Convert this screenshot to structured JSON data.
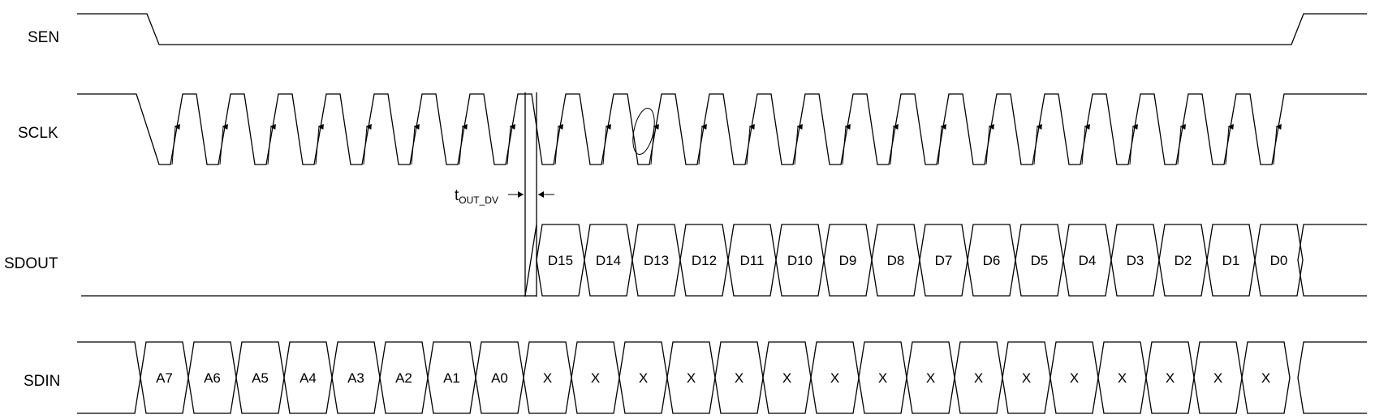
{
  "signals": {
    "sen": "SEN",
    "sclk": "SCLK",
    "sdout": "SDOUT",
    "sdin": "SDIN"
  },
  "timing": {
    "t_main": "t",
    "t_sub": "OUT_DV"
  },
  "sdout_bits": [
    "D15",
    "D14",
    "D13",
    "D12",
    "D11",
    "D10",
    "D9",
    "D8",
    "D7",
    "D6",
    "D5",
    "D4",
    "D3",
    "D2",
    "D1",
    "D0"
  ],
  "sdin_bits": [
    "A7",
    "A6",
    "A5",
    "A4",
    "A3",
    "A2",
    "A1",
    "A0",
    "X",
    "X",
    "X",
    "X",
    "X",
    "X",
    "X",
    "X",
    "X",
    "X",
    "X",
    "X",
    "X",
    "X",
    "X",
    "X"
  ]
}
